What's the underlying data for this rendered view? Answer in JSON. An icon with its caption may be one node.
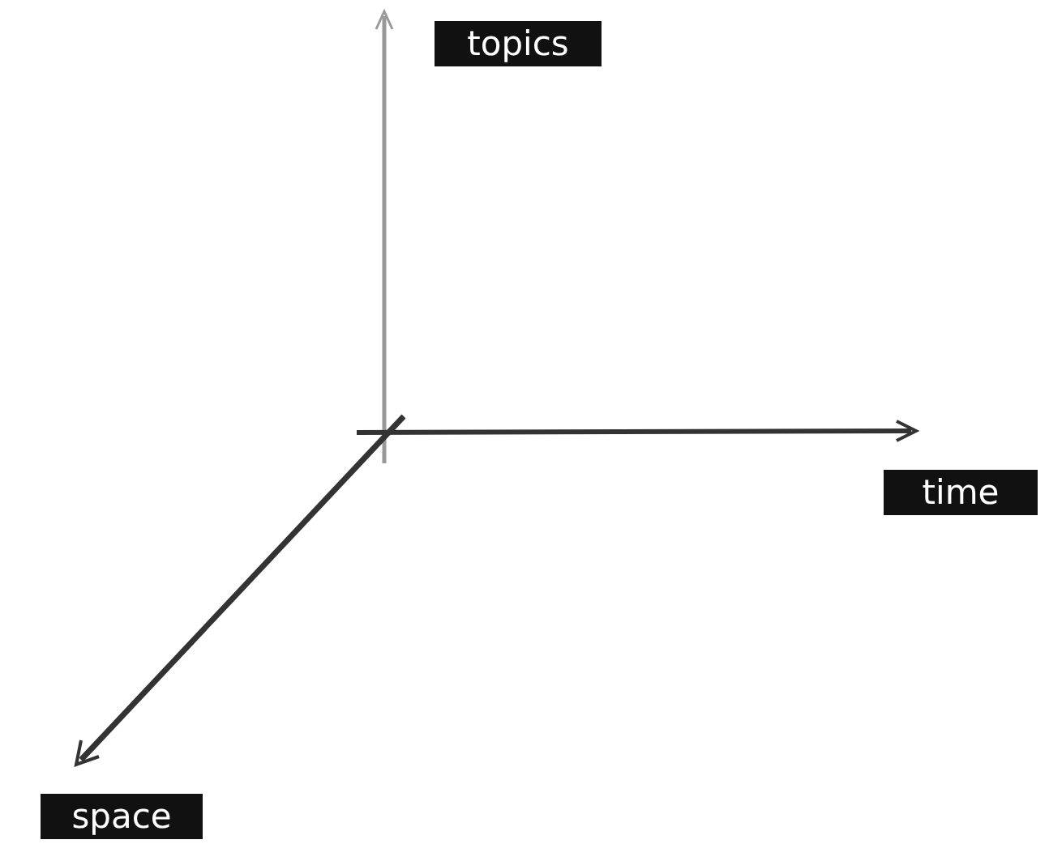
{
  "diagram": {
    "labels": [
      "topics",
      "time",
      "space"
    ]
  }
}
